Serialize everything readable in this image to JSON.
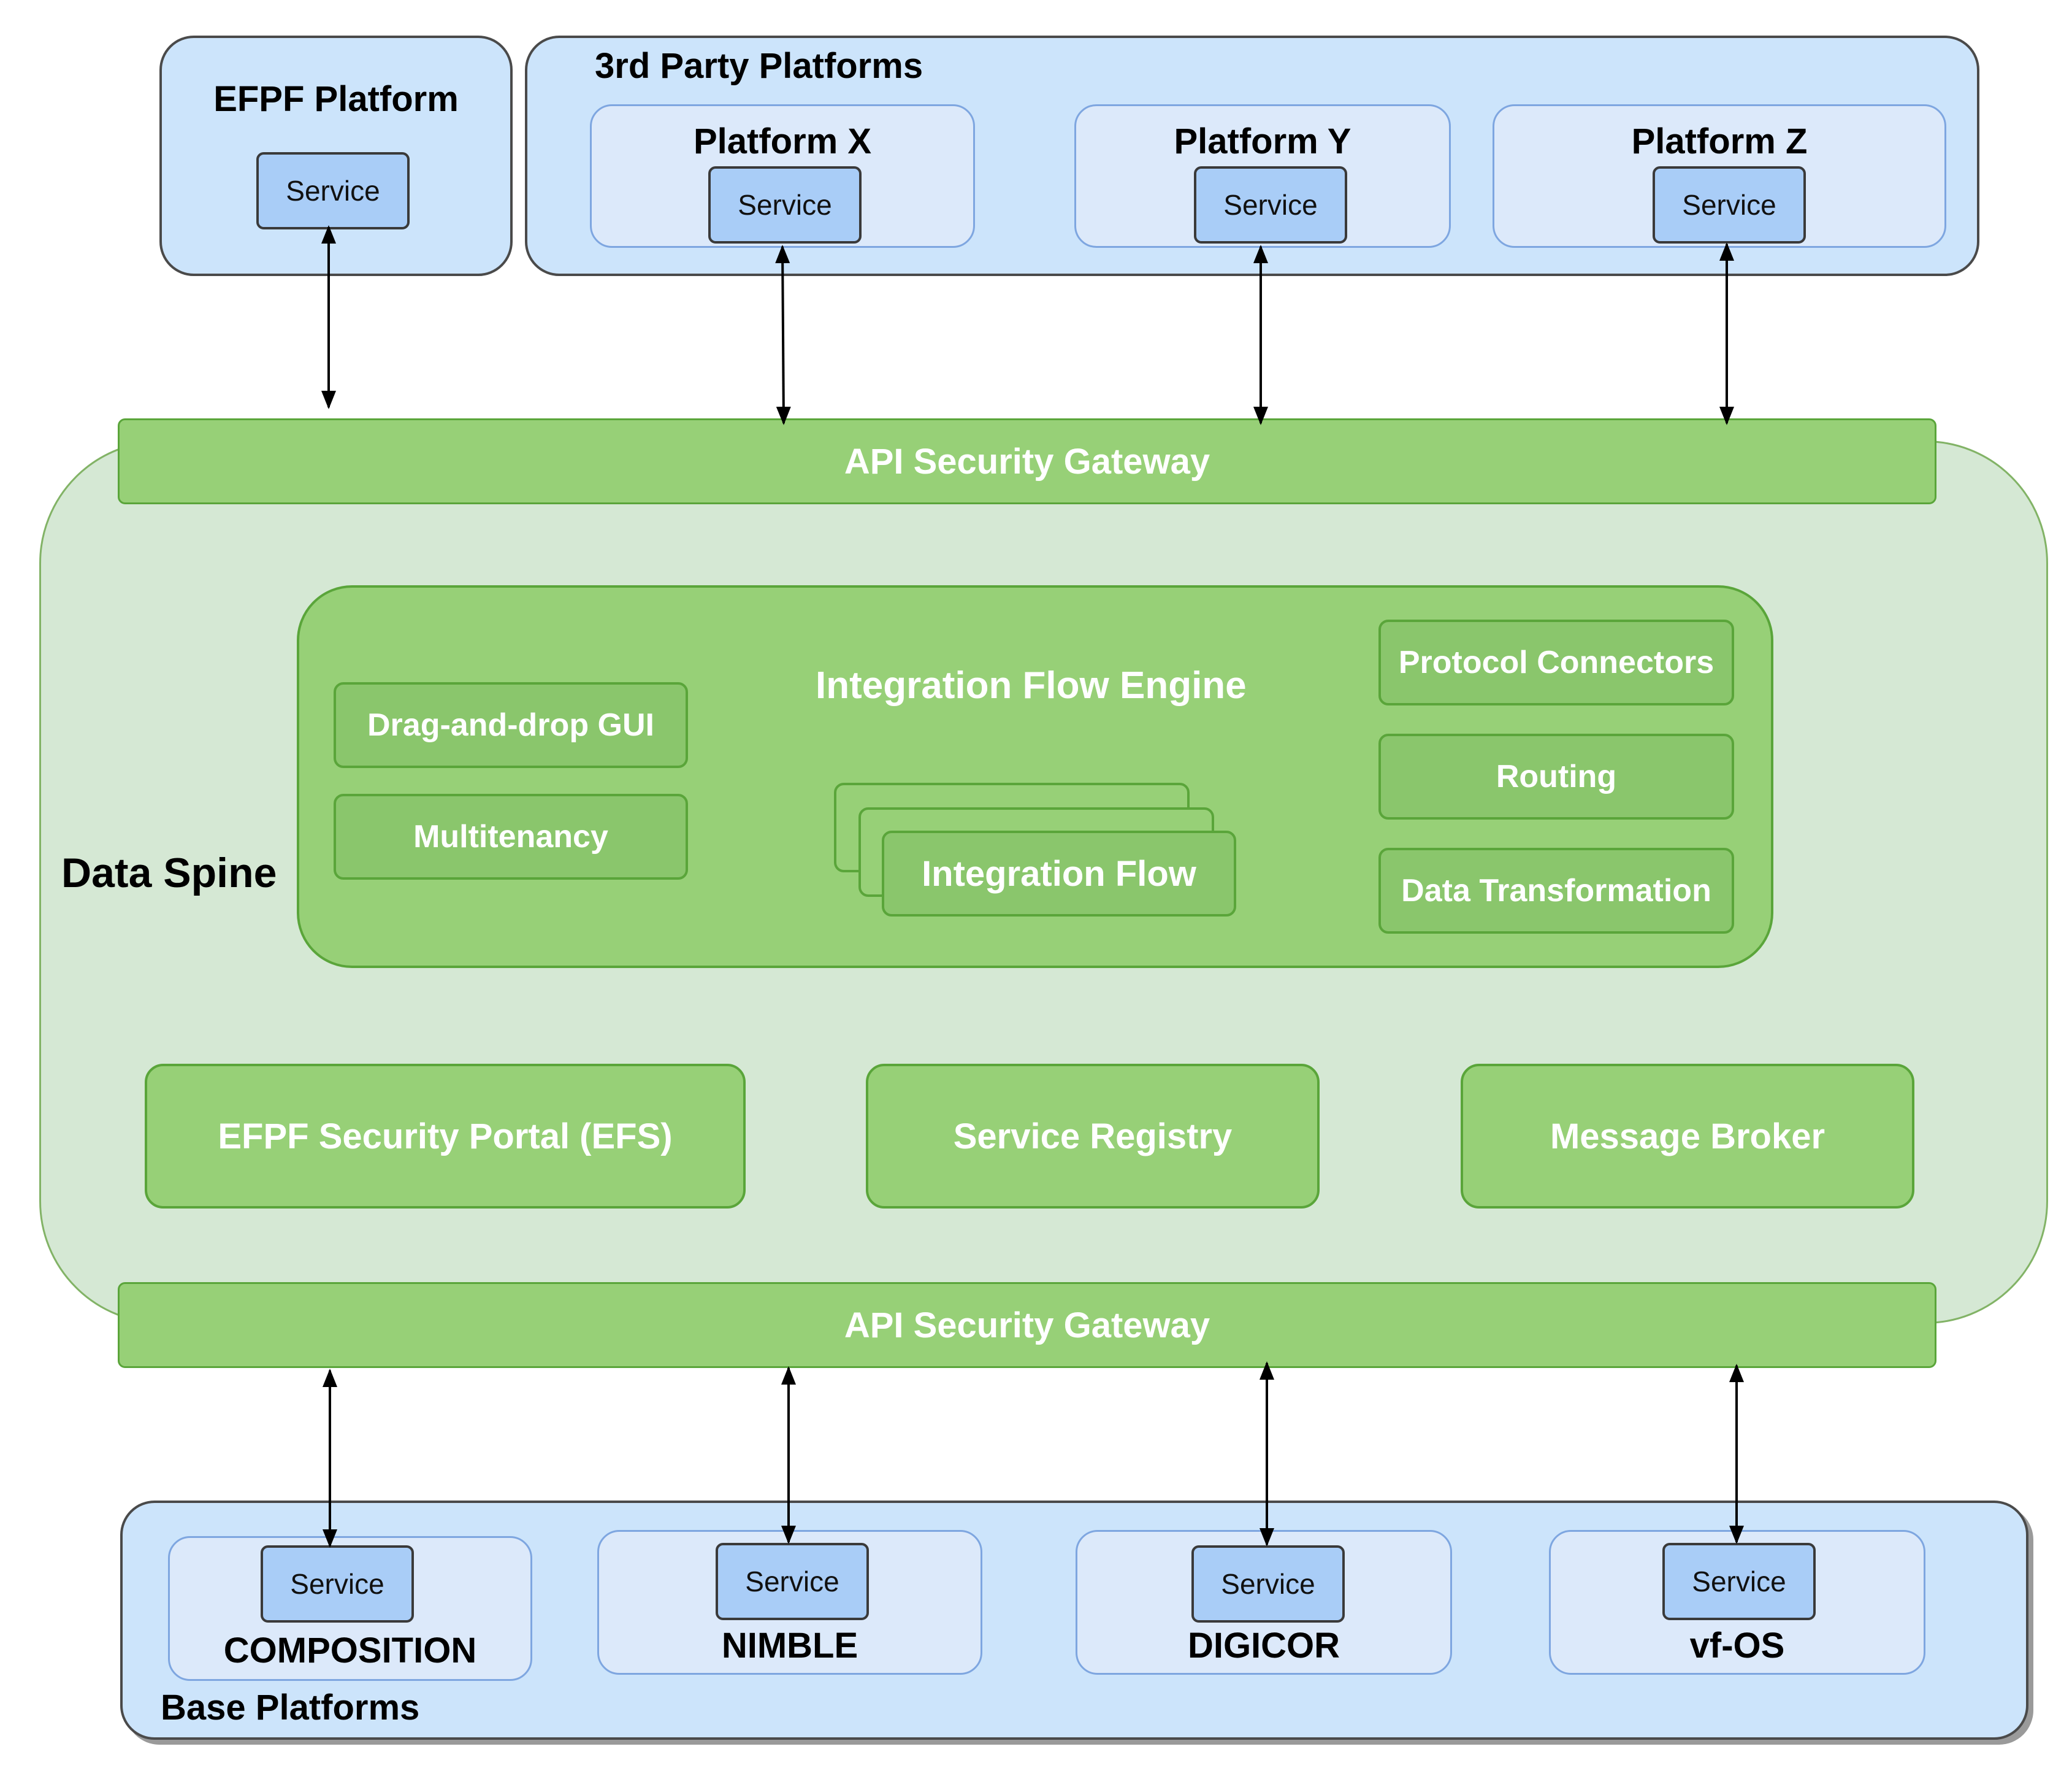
{
  "efpf_platform": {
    "title": "EFPF Platform",
    "service_label": "Service"
  },
  "third_party": {
    "title": "3rd Party Platforms",
    "platforms": [
      {
        "name": "Platform X",
        "service_label": "Service"
      },
      {
        "name": "Platform Y",
        "service_label": "Service"
      },
      {
        "name": "Platform Z",
        "service_label": "Service"
      }
    ]
  },
  "data_spine": {
    "title": "Data Spine",
    "gateway_top": "API Security Gateway",
    "gateway_bottom": "API Security Gateway",
    "integration_flow_engine": {
      "title": "Integration Flow Engine",
      "left_boxes": [
        "Drag-and-drop GUI",
        "Multitenancy"
      ],
      "flow_label": "Integration Flow",
      "right_boxes": [
        "Protocol Connectors",
        "Routing",
        "Data Transformation"
      ]
    },
    "components": [
      "EFPF Security Portal (EFS)",
      "Service Registry",
      "Message Broker"
    ]
  },
  "base_platforms": {
    "title": "Base Platforms",
    "platforms": [
      {
        "name": "COMPOSITION",
        "service_label": "Service"
      },
      {
        "name": "NIMBLE",
        "service_label": "Service"
      },
      {
        "name": "DIGICOR",
        "service_label": "Service"
      },
      {
        "name": "vf-OS",
        "service_label": "Service"
      }
    ]
  },
  "colors": {
    "platform_fill": "#cce4fb",
    "service_fill": "#a9cdf7",
    "spine_fill": "#d5e8d4",
    "component_fill": "#97d077"
  }
}
